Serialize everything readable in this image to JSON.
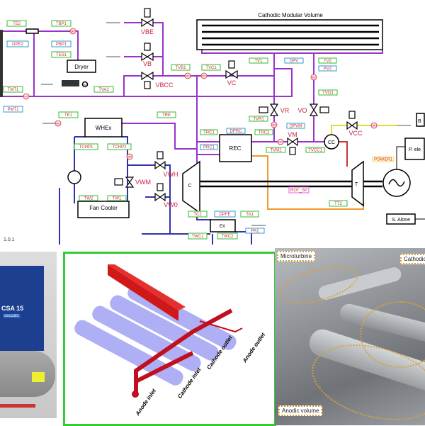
{
  "diagram": {
    "cathodic_volume_title": "Cathodic Modular Volume",
    "version": "1.0.1",
    "components": {
      "dryer": "Dryer",
      "whex": "WHEx",
      "fan_cooler": "Fan Cooler",
      "rec": "REC",
      "cc": "CC",
      "ex": "EX",
      "compressor": "C",
      "turbine": "T",
      "standalone": "S. Alone",
      "power_electronics": "P. ele",
      "grid_box": "B"
    },
    "valves": {
      "vbe": "VBE",
      "vb": "VB",
      "vbcc": "VBCC",
      "vc": "VC",
      "vr": "VR",
      "vo": "VO",
      "vm": "VM",
      "vcc": "VCC",
      "vwh": "VWH",
      "vwm": "VWM",
      "vw0": "VW0"
    },
    "sensors": {
      "mp": "MP",
      "mt": "MT",
      "ms": "MS",
      "mc": "MC",
      "mo": "MO",
      "mr": "MR",
      "mv": "MV",
      "mf": "MF",
      "mw": "MW",
      "mc2": "MC",
      "m": "M"
    },
    "tags": {
      "te2": "TE2",
      "tbp1": "TBP1",
      "dpe2": "DPE2",
      "pbp1": "PBP1",
      "tes1": "TES1",
      "tmt1": "TMT1",
      "pmt1": "PMT1",
      "tva2": "TVA2",
      "tvb1": "TVB1",
      "tvc1": "TVC1",
      "tv1": "TV1",
      "dpv": "DPV",
      "tv2": "TV2",
      "pv2": "PV2",
      "tvo1": "TVO1",
      "tvr1": "TVR1",
      "trc1": "TRC1",
      "dprc": "DPRC",
      "trc2": "TRC2",
      "dpvm": "DPVM",
      "prc1": "PRC1",
      "tvm1": "TVM1",
      "tvcc1": "TVCC1",
      "power1": "POWER1",
      "rot_sp": "ROT_SP",
      "tt2": "TT2",
      "te1": "TE1",
      "tre": "TRE",
      "tchp1": "TCHP1",
      "tchp2": "TCHP2",
      "tw2": "TW2",
      "tw1": "TW1",
      "tc2": "TC2",
      "dpfe": "DPFE",
      "ta1": "TA1",
      "pa1": "PA1",
      "twc1": "TWC1",
      "twc2": "TWC2"
    }
  },
  "photos": {
    "compressor": {
      "model_label": "CSA 15",
      "brand": "ceccato"
    },
    "render": {
      "anode_inlet": "Anode inlet",
      "cathode_inlet": "Cathode inlet",
      "cathode_outlet": "Cathode outlet",
      "anode_outlet": "Anode outlet"
    },
    "plant": {
      "microturbine": "Microturbine",
      "cathodic": "Cathodic volume",
      "anodic": "Anodic volume"
    }
  }
}
